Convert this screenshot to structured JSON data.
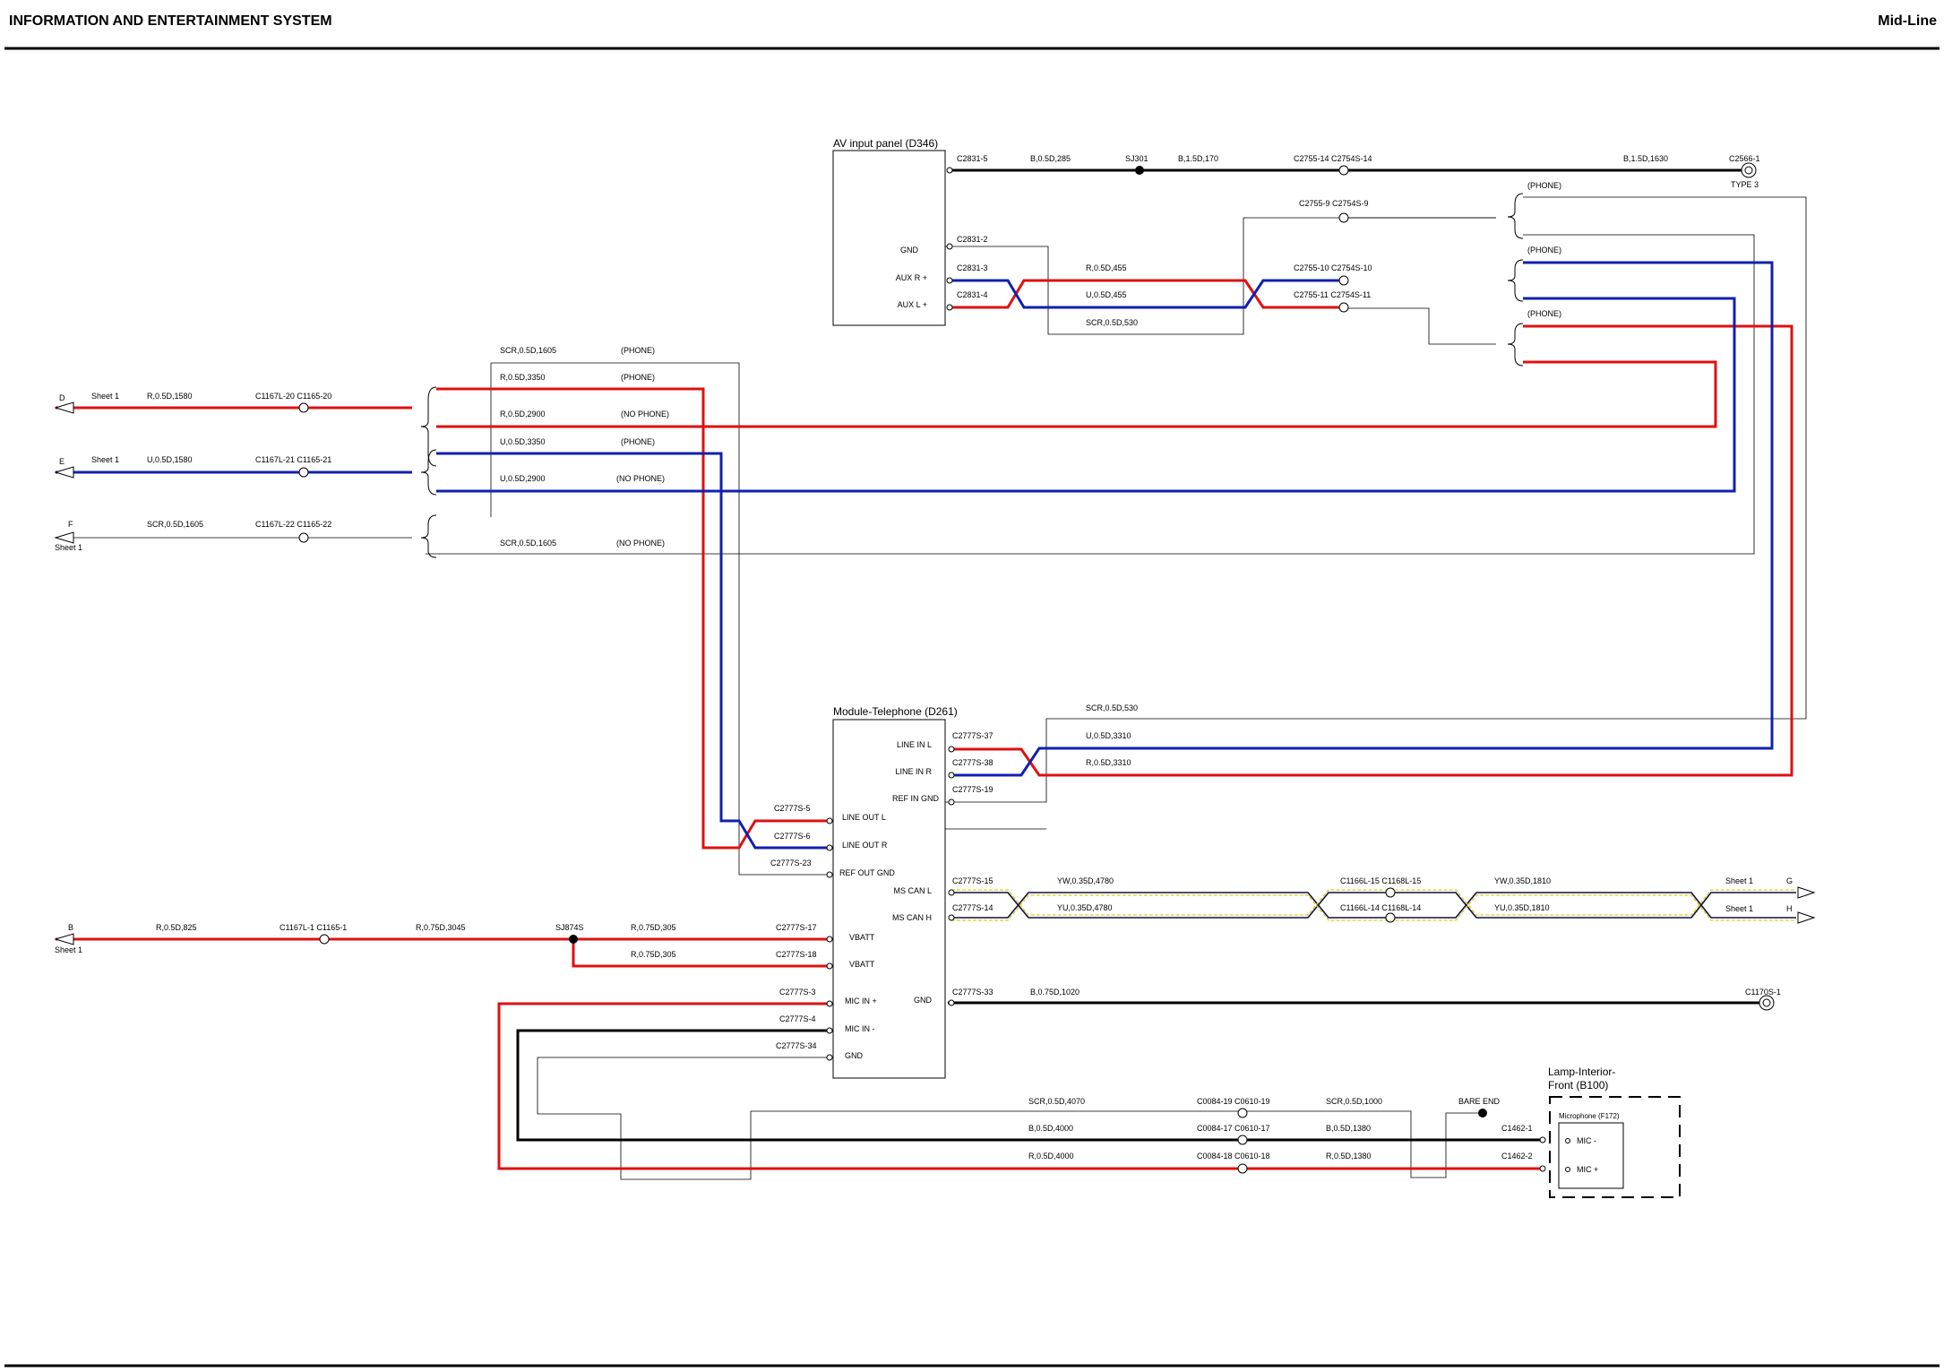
{
  "header": {
    "title": "INFORMATION AND ENTERTAINMENT SYSTEM",
    "variant": "Mid-Line"
  },
  "components": {
    "av_panel": {
      "title": "AV input panel (D346)",
      "pins": [
        "GND",
        "AUX R +",
        "AUX L +"
      ]
    },
    "telephone": {
      "title": "Module-Telephone (D261)",
      "pins_right": [
        "LINE IN L",
        "LINE IN R",
        "REF IN GND",
        "MS CAN L",
        "MS CAN H",
        "GND"
      ],
      "pins_left": [
        "LINE OUT L",
        "LINE OUT R",
        "REF OUT GND",
        "VBATT",
        "VBATT",
        "MIC IN +",
        "MIC IN -",
        "GND"
      ]
    },
    "lamp": {
      "title_line1": "Lamp-Interior-",
      "title_line2": "Front (B100)",
      "mic_title": "Microphone (F172)",
      "pins": [
        "MIC -",
        "MIC +"
      ]
    }
  },
  "connectors": {
    "c2831_5": "C2831-5",
    "c2831_2": "C2831-2",
    "c2831_3": "C2831-3",
    "c2831_4": "C2831-4",
    "sj301": "SJ301",
    "c2755_14": "C2755-14 C2754S-14",
    "c2755_9": "C2755-9 C2754S-9",
    "c2755_10": "C2755-10 C2754S-10",
    "c2755_11": "C2755-11 C2754S-11",
    "c2566": "C2566-1",
    "type3": "TYPE 3",
    "c1167_20": "C1167L-20 C1165-20",
    "c1167_21": "C1167L-21 C1165-21",
    "c1167_22": "C1167L-22 C1165-22",
    "c1167_1": "C1167L-1 C1165-1",
    "sj874s": "SJ874S",
    "c2777_37": "C2777S-37",
    "c2777_38": "C2777S-38",
    "c2777_19": "C2777S-19",
    "c2777_5": "C2777S-5",
    "c2777_6": "C2777S-6",
    "c2777_23": "C2777S-23",
    "c2777_15": "C2777S-15",
    "c2777_14": "C2777S-14",
    "c2777_17": "C2777S-17",
    "c2777_18": "C2777S-18",
    "c2777_3": "C2777S-3",
    "c2777_4": "C2777S-4",
    "c2777_34": "C2777S-34",
    "c2777_33": "C2777S-33",
    "c1166_15": "C1166L-15 C1168L-15",
    "c1166_14": "C1166L-14 C1168L-14",
    "c1170": "C1170S-1",
    "c0084_19": "C0084-19 C0610-19",
    "c0084_17": "C0084-17 C0610-17",
    "c0084_18": "C0084-18 C0610-18",
    "bare_end": "BARE END",
    "c1462_1": "C1462-1",
    "c1462_2": "C1462-2"
  },
  "wires": {
    "b05_285": "B,0.5D,285",
    "b15_170": "B,1.5D,170",
    "b15_1630": "B,1.5D,1630",
    "r05_455": "R,0.5D,455",
    "u05_455": "U,0.5D,455",
    "scr05_530": "SCR,0.5D,530",
    "scr05_1605": "SCR,0.5D,1605",
    "r05_3350": "R,0.5D,3350",
    "r05_2900": "R,0.5D,2900",
    "u05_3350": "U,0.5D,3350",
    "u05_2900": "U,0.5D,2900",
    "r05_1580": "R,0.5D,1580",
    "u05_1580": "U,0.5D,1580",
    "u05_3310": "U,0.5D,3310",
    "r05_3310": "R,0.5D,3310",
    "yw_4780": "YW,0.35D,4780",
    "yu_4780": "YU,0.35D,4780",
    "yw_1810": "YW,0.35D,1810",
    "yu_1810": "YU,0.35D,1810",
    "r05_825": "R,0.5D,825",
    "r075_3045": "R,0.75D,3045",
    "r075_305": "R,0.75D,305",
    "b075_1020": "B,0.75D,1020",
    "scr05_4070": "SCR,0.5D,4070",
    "b05_4000": "B,0.5D,4000",
    "r05_4000": "R,0.5D,4000",
    "scr05_1000": "SCR,0.5D,1000",
    "b05_1380": "B,0.5D,1380",
    "r05_1380": "R,0.5D,1380"
  },
  "notes": {
    "phone": "(PHONE)",
    "no_phone": "(NO PHONE)"
  },
  "offsheet": {
    "d": "D",
    "e": "E",
    "f": "F",
    "b": "B",
    "g": "G",
    "h": "H",
    "sheet1": "Sheet 1"
  },
  "colors": {
    "red": "#e01010",
    "blue": "#1020b0",
    "black": "#000000",
    "yellow": "#d8d020"
  }
}
